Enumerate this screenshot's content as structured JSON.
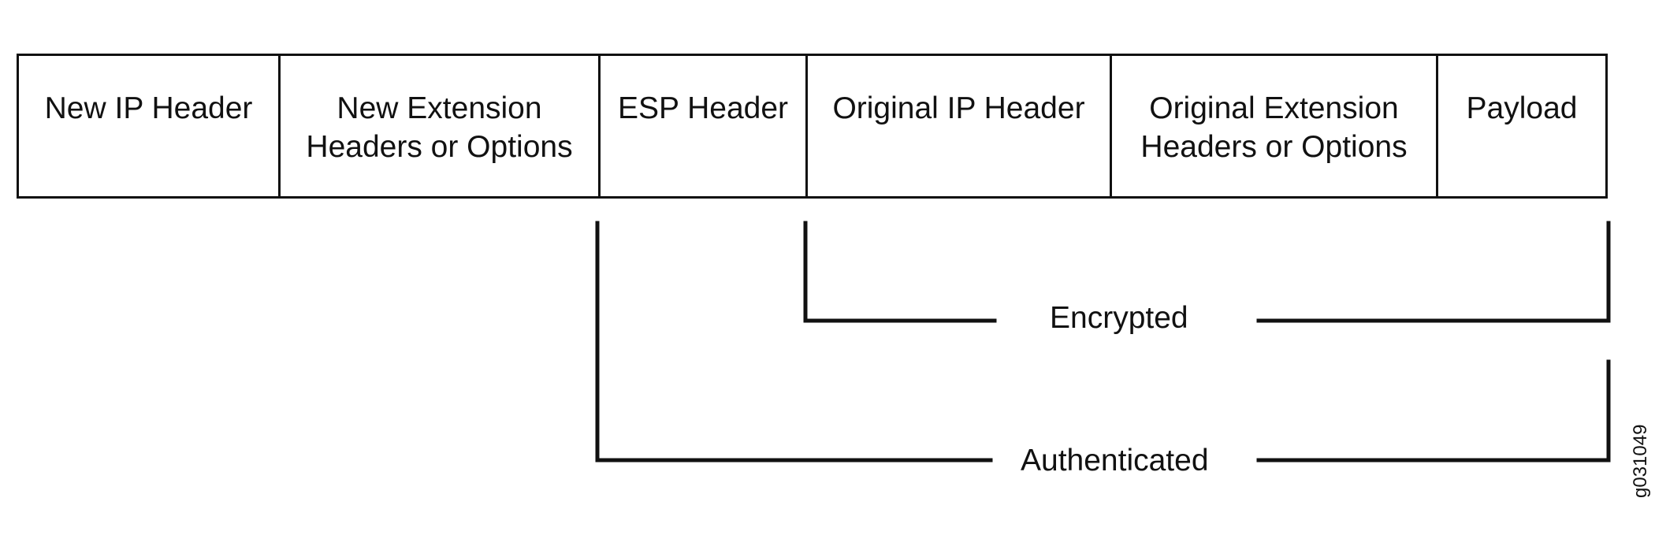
{
  "packet": {
    "fields": [
      {
        "label": "New IP Header"
      },
      {
        "label": "New Extension\nHeaders or Options"
      },
      {
        "label": "ESP Header"
      },
      {
        "label": "Original IP Header"
      },
      {
        "label": "Original Extension\nHeaders or Options"
      },
      {
        "label": "Payload"
      }
    ]
  },
  "brackets": {
    "encrypted": "Encrypted",
    "authenticated": "Authenticated"
  },
  "figure_id": "g031049",
  "colors": {
    "stroke": "#111111",
    "background": "#ffffff"
  }
}
